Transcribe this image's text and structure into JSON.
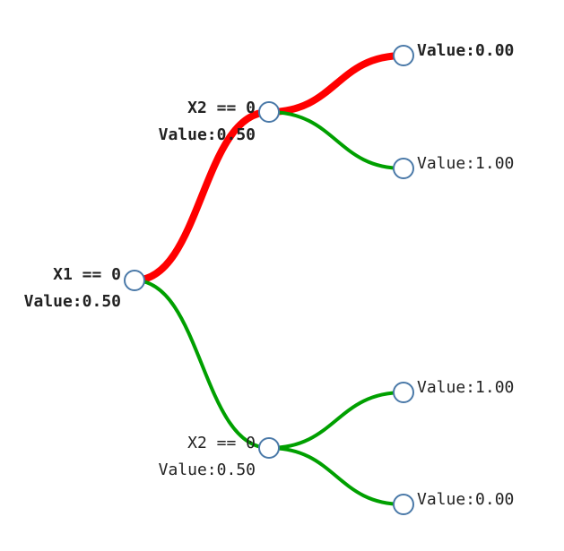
{
  "colors": {
    "active_path": "#ff0000",
    "inactive_path": "#00a000",
    "node_stroke": "#4a79a8",
    "node_fill": "#ffffff",
    "text": "#222222"
  },
  "tree": {
    "root": {
      "split": "X1 == 0",
      "value": "Value:0.50"
    },
    "upper_child": {
      "split": "X2 == 0",
      "value": "Value:0.50"
    },
    "lower_child": {
      "split": "X2 == 0",
      "value": "Value:0.50"
    },
    "leaf_1": {
      "value": "Value:0.00"
    },
    "leaf_2": {
      "value": "Value:1.00"
    },
    "leaf_3": {
      "value": "Value:1.00"
    },
    "leaf_4": {
      "value": "Value:0.00"
    }
  }
}
